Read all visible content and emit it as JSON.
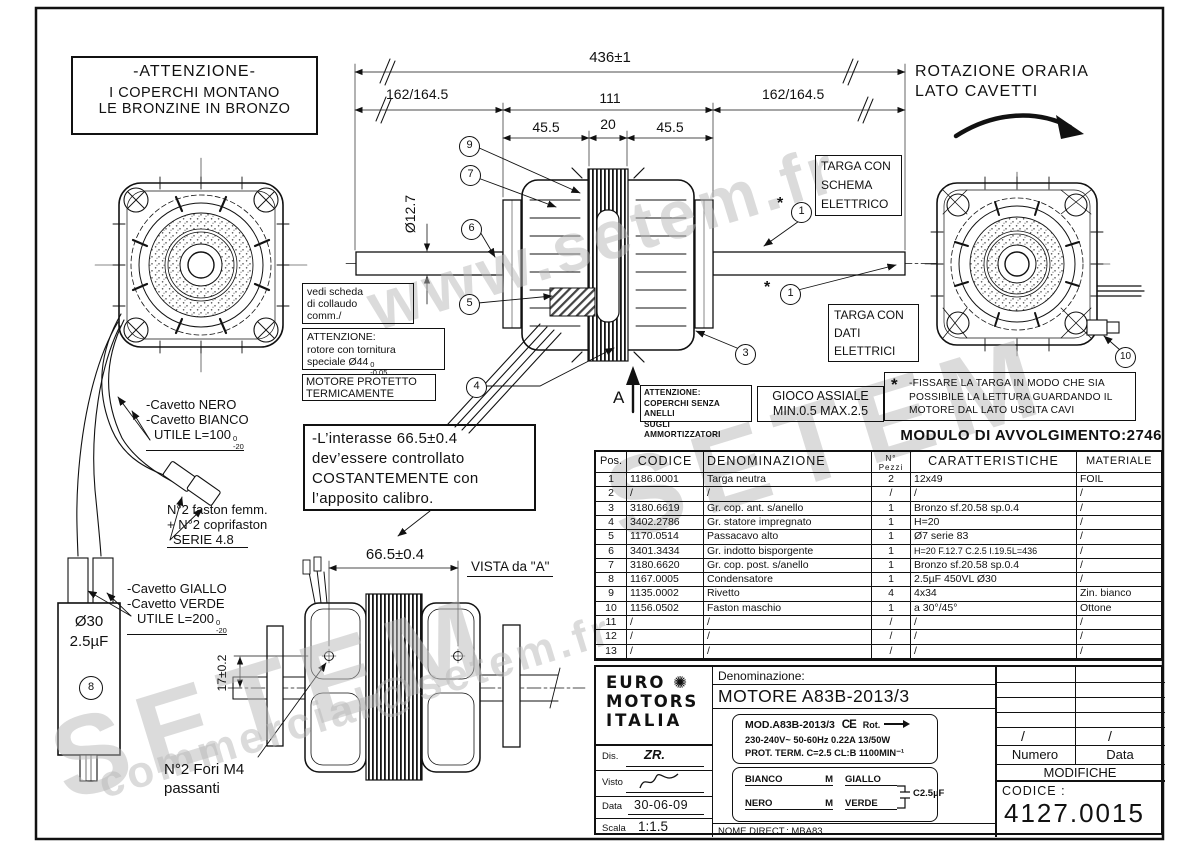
{
  "watermarks": {
    "wm1": "www.setem.fr",
    "wm2": "SETEM",
    "wm3": "SETEM",
    "wm4": "commercial@setem.fr"
  },
  "notes": {
    "attn_top_title": "-ATTENZIONE-",
    "attn_top_l1": "I COPERCHI MONTANO",
    "attn_top_l2": "LE BRONZINE IN BRONZO",
    "rot_l1": "ROTAZIONE ORARIA",
    "rot_l2": "LATO CAVETTI",
    "vedi_l1": "vedi scheda",
    "vedi_l2": "di collaudo",
    "vedi_l3": "comm./",
    "rotore_l1": "ATTENZIONE:",
    "rotore_l2": "rotore con tornitura",
    "rotore_l3": "speciale Ø44",
    "rotore_sup": "0",
    "rotore_sub": "-0.05",
    "protetto_l1": "MOTORE PROTETTO",
    "protetto_l2": "TERMICAMENTE",
    "interasse_l1": "-L’interasse 66.5±0.4",
    "interasse_l2": "dev’essere controllato",
    "interasse_l3": "COSTANTEMENTE con",
    "interasse_l4": "l’apposito calibro.",
    "targa_schema_l1": "TARGA CON",
    "targa_schema_l2": "SCHEMA",
    "targa_schema_l3": "ELETTRICO",
    "targa_dati_l1": "TARGA CON",
    "targa_dati_l2": "DATI",
    "targa_dati_l3": "ELETTRICI",
    "coperchi_l1": "ATTENZIONE:",
    "coperchi_l2": "COPERCHI SENZA ANELLI",
    "coperchi_l3": "SUGLI AMMORTIZZATORI",
    "gioco_l1": "GIOCO ASSIALE",
    "gioco_l2": "MIN.0.5 MAX.2.5",
    "star": "*",
    "fissare_l1": "-FISSARE LA TARGA IN MODO CHE SIA",
    "fissare_l2": "POSSIBILE LA LETTURA GUARDANDO IL",
    "fissare_l3": "MOTORE DAL LATO USCITA CAVI",
    "modulo": "MODULO DI AVVOLGIMENTO:2746",
    "vista": "VISTA da \"A\"",
    "fori_l1": "N°2 Fori M4",
    "fori_l2": "passanti",
    "view_arrow_label": "A"
  },
  "cables": {
    "nb_l1": "-Cavetto NERO",
    "nb_l2": "-Cavetto BIANCO",
    "nb_l3": "UTILE L=100",
    "nb_sup": "0",
    "nb_sub": "-20",
    "fast_l1": "N°2 faston femm.",
    "fast_l2": "+ N°2 coprifaston",
    "fast_l3": "SERIE 4.8",
    "gv_l1": "-Cavetto GIALLO",
    "gv_l2": "-Cavetto VERDE",
    "gv_l3": "UTILE L=200",
    "gv_sup": "0",
    "gv_sub": "-20",
    "cap_l1": "Ø30",
    "cap_l2": "2.5µF"
  },
  "dims": {
    "total": "436±1",
    "left": "162/164.5",
    "mid": "111",
    "right": "162/164.5",
    "a": "45.5",
    "b": "20",
    "c": "45.5",
    "shaft": "Ø12.7",
    "interasse": "66.5±0.4",
    "h": "17±0.2"
  },
  "balloons": {
    "b1a": "1",
    "b1b": "1",
    "b3": "3",
    "b4": "4",
    "b5": "5",
    "b6": "6",
    "b7": "7",
    "b8": "8",
    "b9": "9",
    "b10": "10"
  },
  "table": {
    "h_pos": "Pos.",
    "h_codice": "CODICE",
    "h_den": "DENOMINAZIONE",
    "h_pezzi_1": "N°",
    "h_pezzi_2": "Pezzi",
    "h_car": "CARATTERISTICHE",
    "h_mat": "MATERIALE",
    "rows": [
      {
        "p": "1",
        "c": "1186.0001",
        "d": "Targa neutra",
        "n": "2",
        "k": "12x49",
        "m": "FOIL"
      },
      {
        "p": "2",
        "c": "/",
        "d": "/",
        "n": "/",
        "k": "/",
        "m": "/"
      },
      {
        "p": "3",
        "c": "3180.6619",
        "d": "Gr. cop. ant. s/anello",
        "n": "1",
        "k": "Bronzo sf.20.58 sp.0.4",
        "m": "/"
      },
      {
        "p": "4",
        "c": "3402.2786",
        "d": "Gr. statore impregnato",
        "n": "1",
        "k": "H=20",
        "m": "/"
      },
      {
        "p": "5",
        "c": "1170.0514",
        "d": "Passacavo alto",
        "n": "1",
        "k": "Ø7 serie 83",
        "m": "/"
      },
      {
        "p": "6",
        "c": "3401.3434",
        "d": "Gr. indotto bisporgente",
        "n": "1",
        "k": "H=20 F.12.7 C.2.5 I.19.5L=436",
        "m": "/"
      },
      {
        "p": "7",
        "c": "3180.6620",
        "d": "Gr. cop. post. s/anello",
        "n": "1",
        "k": "Bronzo sf.20.58 sp.0.4",
        "m": "/"
      },
      {
        "p": "8",
        "c": "1167.0005",
        "d": "Condensatore",
        "n": "1",
        "k": "2.5µF 450VL Ø30",
        "m": "/"
      },
      {
        "p": "9",
        "c": "1135.0002",
        "d": "Rivetto",
        "n": "4",
        "k": "4x34",
        "m": "Zin. bianco"
      },
      {
        "p": "10",
        "c": "1156.0502",
        "d": "Faston maschio",
        "n": "1",
        "k": "a 30°/45°",
        "m": "Ottone"
      },
      {
        "p": "11",
        "c": "/",
        "d": "/",
        "n": "/",
        "k": "/",
        "m": "/"
      },
      {
        "p": "12",
        "c": "/",
        "d": "/",
        "n": "/",
        "k": "/",
        "m": "/"
      },
      {
        "p": "13",
        "c": "/",
        "d": "/",
        "n": "/",
        "k": "/",
        "m": "/"
      }
    ]
  },
  "tb": {
    "logo1": "EURO",
    "logo_icon": "✺",
    "logo2": "MOTORS",
    "logo3": "ITALIA",
    "den_label": "Denominazione:",
    "den_value": "MOTORE A83B-2013/3",
    "np1a": "MOD.A83B-2013/3",
    "np_ce": "CE",
    "np1c": "Rot.",
    "np2": "230-240V~ 50-60Hz 0.22A 13/50W",
    "np3": "PROT. TERM. C=2.5 CL:B 1100MIN⁻¹",
    "w_bianco": "BIANCO",
    "w_m1": "M",
    "w_giallo": "GIALLO",
    "w_nero": "NERO",
    "w_m2": "M",
    "w_verde": "VERDE",
    "w_cap": "C2.5µF",
    "dis_label": "Dis.",
    "dis_value": "ZR.",
    "visto_label": "Visto",
    "data_label": "Data",
    "data_value": "30-06-09",
    "scala_label": "Scala",
    "scala_value": "1:1.5",
    "nome": "NOME DIRECT.: MBA83",
    "slash1": "/",
    "slash2": "/",
    "numero": "Numero",
    "data_col": "Data",
    "modifiche": "MODIFICHE",
    "codice_label": "CODICE :",
    "codice_value": "4127.0015"
  }
}
